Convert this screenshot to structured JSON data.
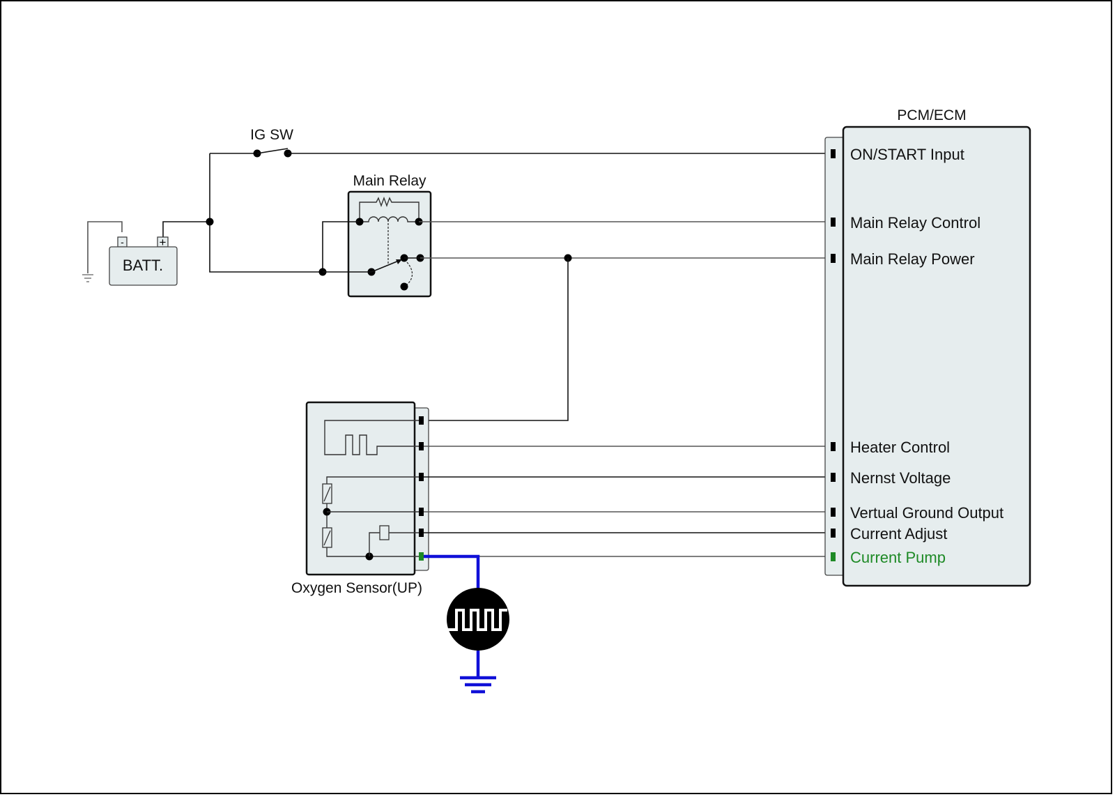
{
  "diagram": {
    "components": {
      "battery": {
        "label": "BATT.",
        "neg_terminal": "-",
        "pos_terminal": "+"
      },
      "ignition_switch": {
        "label": "IG SW"
      },
      "main_relay": {
        "label": "Main Relay"
      },
      "oxygen_sensor": {
        "label": "Oxygen Sensor(UP)"
      },
      "ecm": {
        "title": "PCM/ECM",
        "pins": [
          {
            "label": "ON/START Input"
          },
          {
            "label": "Main Relay Control"
          },
          {
            "label": "Main Relay Power"
          },
          {
            "label": "Heater Control"
          },
          {
            "label": "Nernst Voltage"
          },
          {
            "label": "Vertual Ground Output"
          },
          {
            "label": "Current Adjust"
          },
          {
            "label": "Current Pump",
            "highlighted": true
          }
        ]
      },
      "signal_probe": {
        "icon": "square-wave-signal-icon",
        "ground": "ground-icon"
      }
    },
    "colors": {
      "highlight_wire": "#1010d8",
      "highlight_pin": "#1e8a26",
      "component_fill": "#e6edee"
    }
  }
}
